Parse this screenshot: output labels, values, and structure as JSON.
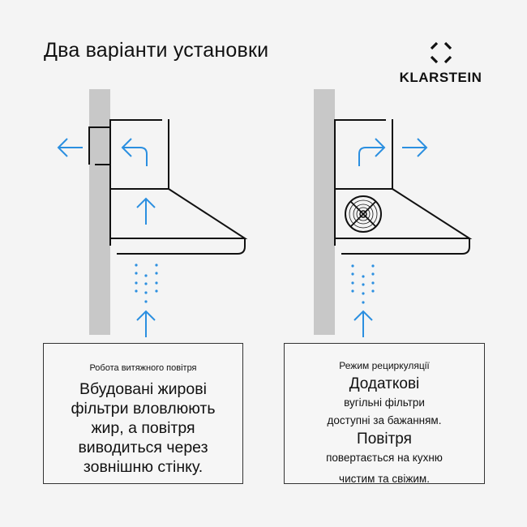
{
  "title": "Два варіанти установки",
  "logo": {
    "text": "KLARSTEIN"
  },
  "colors": {
    "accent": "#2b8fe0",
    "wall": "#c8c8c8",
    "line": "#111111"
  },
  "left_box": {
    "heading": "Робота витяжного повітря",
    "lines": [
      "Вбудовані жирові",
      "фільтри вловлюють",
      "жир, а повітря",
      "виводиться через",
      "зовнішню стінку."
    ]
  },
  "right_box": {
    "heading": "Режим рециркуляції",
    "line1": "Додаткові",
    "line2": "вугільні фільтри",
    "line3": "доступні за бажанням.",
    "line4": "Повітря",
    "line5": "повертається на кухню",
    "line6": "чистим та свіжим."
  }
}
